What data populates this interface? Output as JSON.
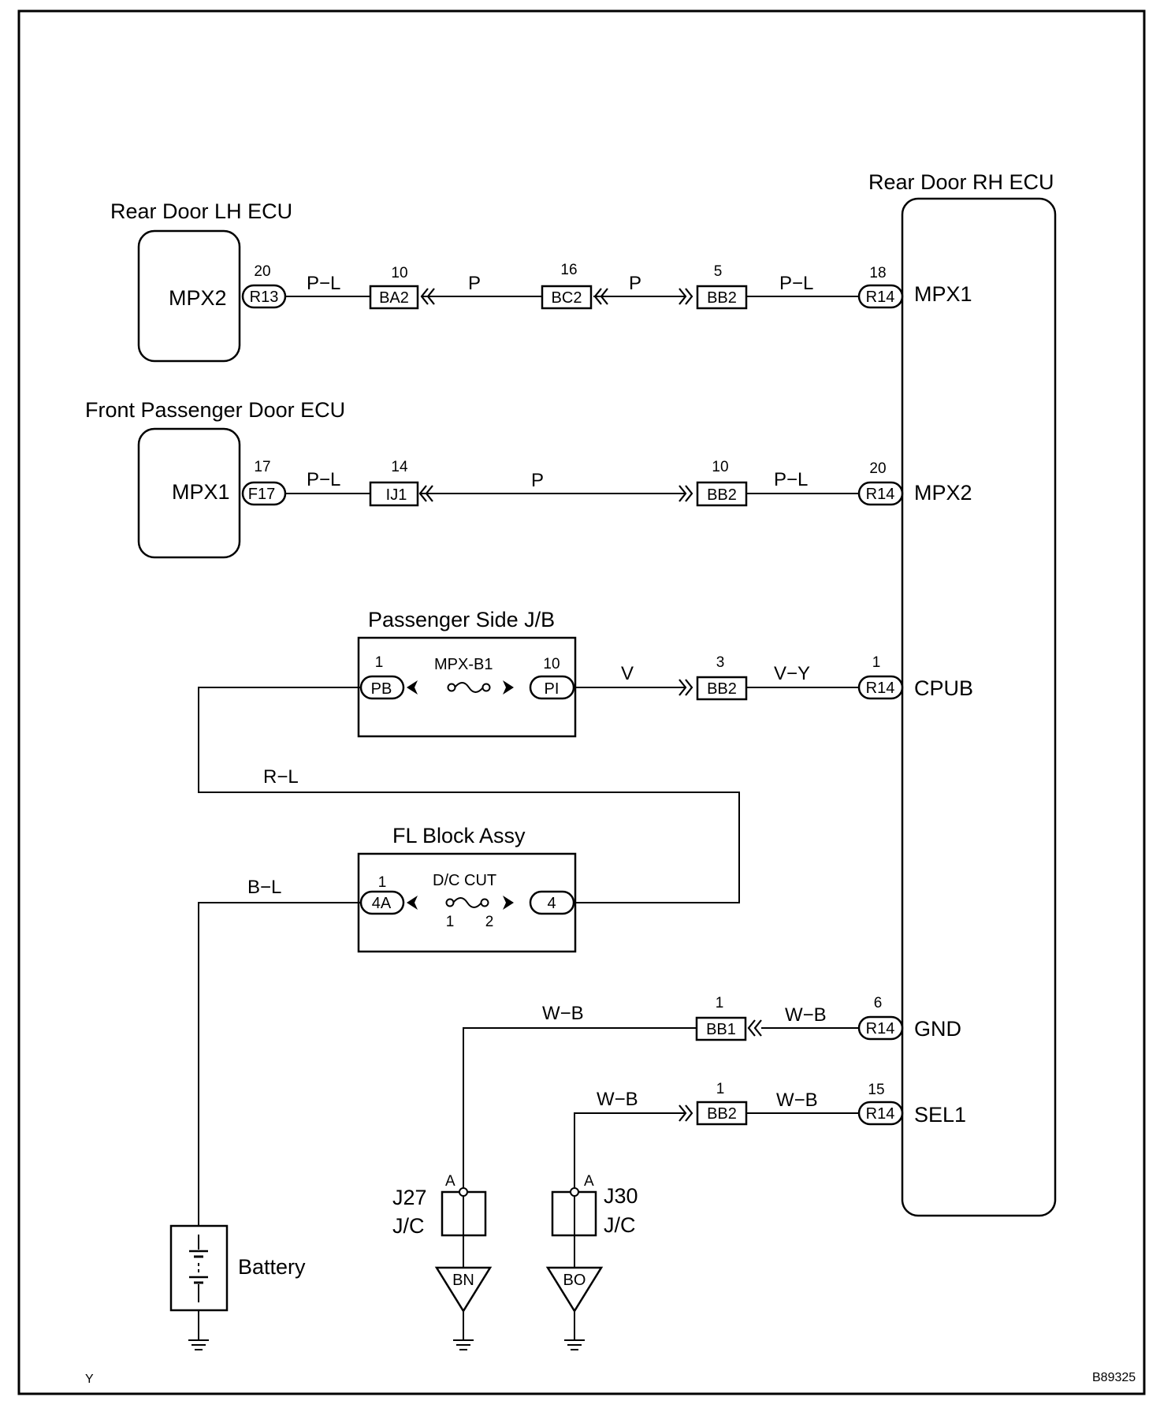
{
  "components": {
    "rear_door_lh": {
      "title": "Rear Door LH ECU",
      "pin_name": "MPX2",
      "connector": "R13",
      "pin_no": "20"
    },
    "front_passenger": {
      "title": "Front Passenger Door ECU",
      "pin_name": "MPX1",
      "connector": "F17",
      "pin_no": "17"
    },
    "rear_door_rh": {
      "title": "Rear Door RH ECU",
      "pins": [
        {
          "name": "MPX1",
          "connector": "R14",
          "pin_no": "18"
        },
        {
          "name": "MPX2",
          "connector": "R14",
          "pin_no": "20"
        },
        {
          "name": "CPUB",
          "connector": "R14",
          "pin_no": "1"
        },
        {
          "name": "GND",
          "connector": "R14",
          "pin_no": "6"
        },
        {
          "name": "SEL1",
          "connector": "R14",
          "pin_no": "15"
        }
      ]
    },
    "passenger_jb": {
      "title": "Passenger Side J/B",
      "fuse": "MPX-B1",
      "left_conn": "PB",
      "left_pin": "1",
      "right_conn": "PI",
      "right_pin": "10"
    },
    "fl_block": {
      "title": "FL Block Assy",
      "fuse": "D/C CUT",
      "left_conn": "4A",
      "left_pin": "1",
      "right_conn": "4",
      "fuse_pin_1": "1",
      "fuse_pin_2": "2"
    },
    "battery": {
      "label": "Battery"
    },
    "j27": {
      "name": "J27",
      "type": "J/C",
      "pin": "A",
      "ground": "BN"
    },
    "j30": {
      "name": "J30",
      "type": "J/C",
      "pin": "A",
      "ground": "BO"
    }
  },
  "wires": {
    "row1": {
      "w1": "P−L",
      "w2": "P",
      "w3": "P",
      "w4": "P−L",
      "c1": {
        "name": "BA2",
        "pin": "10"
      },
      "c2": {
        "name": "BC2",
        "pin": "16"
      },
      "c3": {
        "name": "BB2",
        "pin": "5"
      }
    },
    "row2": {
      "w1": "P−L",
      "w2": "P",
      "w3": "P−L",
      "c1": {
        "name": "IJ1",
        "pin": "14"
      },
      "c2": {
        "name": "BB2",
        "pin": "10"
      }
    },
    "row3": {
      "w1": "V",
      "w2": "V−Y",
      "c1": {
        "name": "BB2",
        "pin": "3"
      }
    },
    "rl": "R−L",
    "bl": "B−L",
    "gnd": {
      "w1": "W−B",
      "w2": "W−B",
      "c1": {
        "name": "BB1",
        "pin": "1"
      }
    },
    "sel": {
      "w1": "W−B",
      "w2": "W−B",
      "c1": {
        "name": "BB2",
        "pin": "1"
      }
    }
  },
  "footer": {
    "left": "Y",
    "right": "B89325"
  }
}
